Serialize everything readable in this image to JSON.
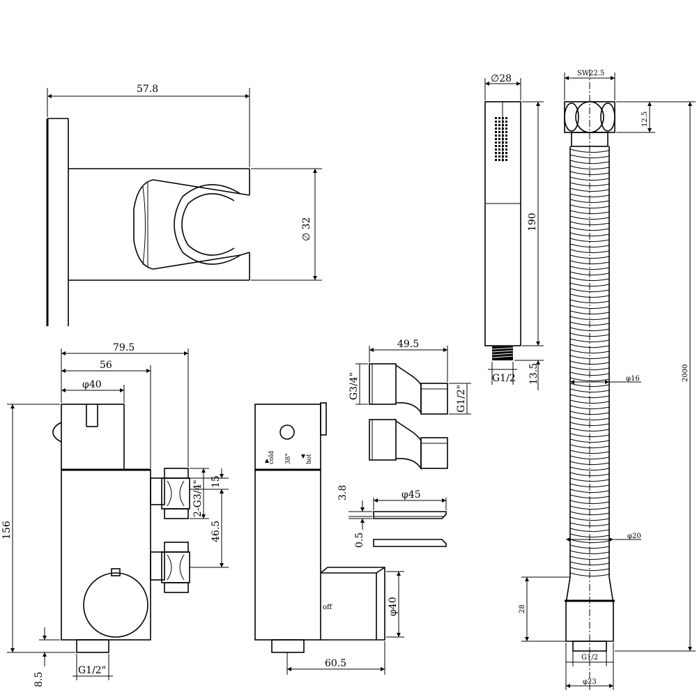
{
  "holder": {
    "width": "57.8",
    "diameter": "32"
  },
  "handshower": {
    "diameter": "28",
    "length": "190",
    "nipple": "13.5",
    "thread": "G1/2"
  },
  "hose": {
    "nut": "SW22.5",
    "nut_height": "12.5",
    "length": "2000",
    "d_hose": "16",
    "d_ferrule": "20",
    "ferrule_len": "28",
    "thread": "G1/2",
    "d_end": "23"
  },
  "valve_side": {
    "width_total": "79.5",
    "width_body": "56",
    "d_top": "40",
    "height": "156",
    "outlet_thread": "2-G3/4\"",
    "dim_15": "15",
    "dim_46_5": "46.5",
    "bottom_thread": "G1/2\"",
    "dim_8_5": "8.5"
  },
  "valve_front": {
    "label_cold": "cold",
    "label_temp": "38°",
    "label_hot": "hot",
    "label_off": "off",
    "d_knob": "40",
    "depth": "60.5"
  },
  "eccentric": {
    "width": "49.5",
    "thread_in": "G3/4\"",
    "thread_out": "G1/2\""
  },
  "flange": {
    "diameter": "45",
    "thickness": "3.8",
    "gap": "0.5"
  }
}
